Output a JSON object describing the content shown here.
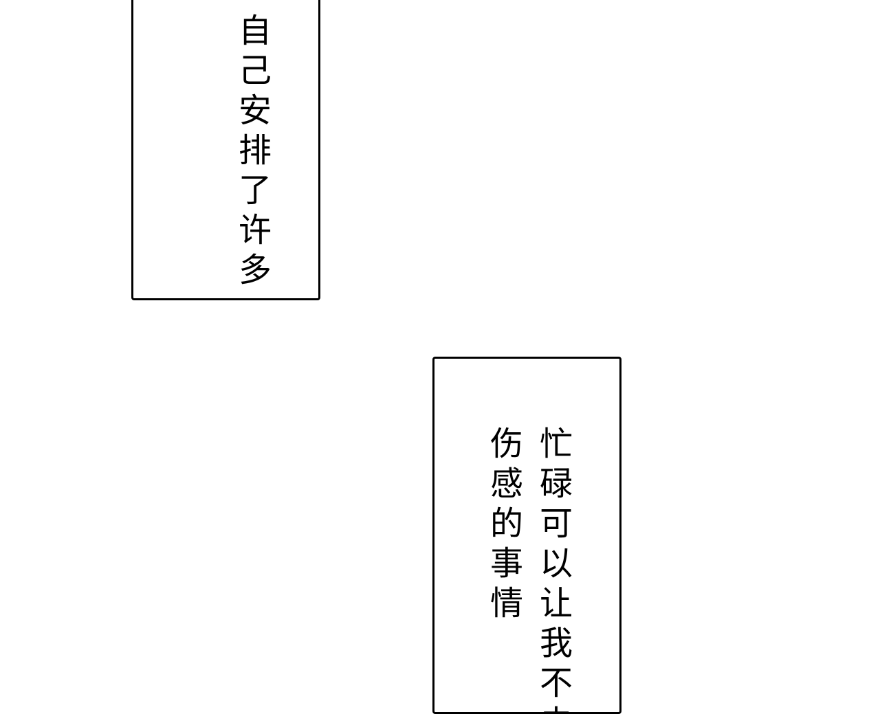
{
  "panel_top": {
    "column_1": "，自己安排了许多"
  },
  "panel_bottom": {
    "column_1": "忙碌可以让我不去",
    "column_2": "伤感的事情"
  }
}
